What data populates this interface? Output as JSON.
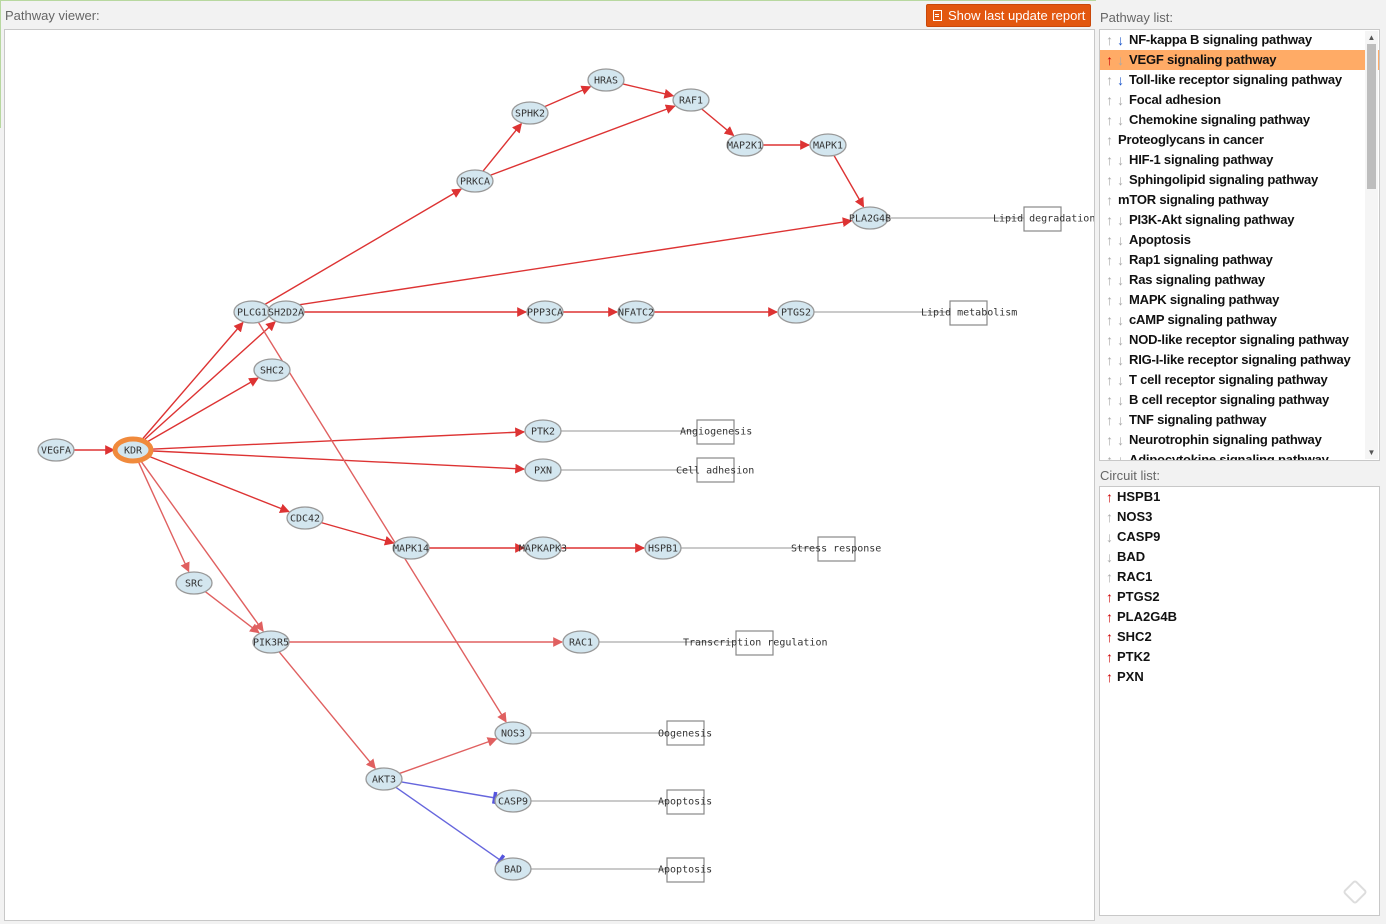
{
  "viewer": {
    "title": "Pathway viewer:",
    "report_button": "Show last update report"
  },
  "graph": {
    "nodes": [
      {
        "id": "VEGFA",
        "label": "VEGFA"
      },
      {
        "id": "KDR",
        "label": "KDR",
        "highlight": true
      },
      {
        "id": "PLCG1",
        "label": "PLCG1"
      },
      {
        "id": "SH2D2A",
        "label": "SH2D2A"
      },
      {
        "id": "SHC2",
        "label": "SHC2"
      },
      {
        "id": "PRKCA",
        "label": "PRKCA"
      },
      {
        "id": "SPHK2",
        "label": "SPHK2"
      },
      {
        "id": "HRAS",
        "label": "HRAS"
      },
      {
        "id": "RAF1",
        "label": "RAF1"
      },
      {
        "id": "MAP2K1",
        "label": "MAP2K1"
      },
      {
        "id": "MAPK1",
        "label": "MAPK1"
      },
      {
        "id": "PLA2G4B",
        "label": "PLA2G4B"
      },
      {
        "id": "PPP3CA",
        "label": "PPP3CA"
      },
      {
        "id": "NFATC2",
        "label": "NFATC2"
      },
      {
        "id": "PTGS2",
        "label": "PTGS2"
      },
      {
        "id": "PTK2",
        "label": "PTK2"
      },
      {
        "id": "PXN",
        "label": "PXN"
      },
      {
        "id": "CDC42",
        "label": "CDC42"
      },
      {
        "id": "MAPK14",
        "label": "MAPK14"
      },
      {
        "id": "MAPKAPK3",
        "label": "MAPKAPK3"
      },
      {
        "id": "HSPB1",
        "label": "HSPB1"
      },
      {
        "id": "SRC",
        "label": "SRC"
      },
      {
        "id": "PIK3R5",
        "label": "PIK3R5"
      },
      {
        "id": "RAC1",
        "label": "RAC1"
      },
      {
        "id": "AKT3",
        "label": "AKT3"
      },
      {
        "id": "NOS3",
        "label": "NOS3"
      },
      {
        "id": "CASP9",
        "label": "CASP9"
      },
      {
        "id": "BAD",
        "label": "BAD"
      }
    ],
    "functions": [
      {
        "id": "F1",
        "label": "Lipid degradation",
        "from": "PLA2G4B"
      },
      {
        "id": "F2",
        "label": "Lipid metabolism",
        "from": "PTGS2"
      },
      {
        "id": "F3",
        "label": "Angiogenesis",
        "from": "PTK2"
      },
      {
        "id": "F4",
        "label": "Cell adhesion",
        "from": "PXN"
      },
      {
        "id": "F5",
        "label": "Stress response",
        "from": "HSPB1"
      },
      {
        "id": "F6",
        "label": "Transcription regulation",
        "from": "RAC1"
      },
      {
        "id": "F7",
        "label": "Oogenesis",
        "from": "NOS3"
      },
      {
        "id": "F8",
        "label": "Apoptosis",
        "from": "CASP9"
      },
      {
        "id": "F9",
        "label": "Apoptosis",
        "from": "BAD"
      }
    ],
    "edges": [
      {
        "from": "VEGFA",
        "to": "KDR",
        "type": "activation",
        "color": "#dd3333"
      },
      {
        "from": "KDR",
        "to": "PLCG1",
        "type": "activation",
        "color": "#dd3333"
      },
      {
        "from": "KDR",
        "to": "SH2D2A",
        "type": "activation",
        "color": "#dd3333"
      },
      {
        "from": "KDR",
        "to": "SHC2",
        "type": "activation",
        "color": "#dd3333"
      },
      {
        "from": "KDR",
        "to": "PTK2",
        "type": "activation",
        "color": "#dd3333"
      },
      {
        "from": "KDR",
        "to": "PXN",
        "type": "activation",
        "color": "#dd3333"
      },
      {
        "from": "KDR",
        "to": "CDC42",
        "type": "activation",
        "color": "#dd3333"
      },
      {
        "from": "KDR",
        "to": "SRC",
        "type": "activation",
        "color": "#e06060"
      },
      {
        "from": "KDR",
        "to": "PIK3R5",
        "type": "activation",
        "color": "#e06060"
      },
      {
        "from": "PLCG1",
        "to": "PRKCA",
        "type": "activation",
        "color": "#dd3333"
      },
      {
        "from": "PLCG1",
        "to": "PLA2G4B",
        "type": "activation",
        "color": "#dd3333"
      },
      {
        "from": "PLCG1",
        "to": "PPP3CA",
        "type": "activation",
        "color": "#dd3333"
      },
      {
        "from": "PLCG1",
        "to": "NOS3",
        "type": "activation",
        "color": "#e06060"
      },
      {
        "from": "PRKCA",
        "to": "SPHK2",
        "type": "activation",
        "color": "#dd3333"
      },
      {
        "from": "PRKCA",
        "to": "RAF1",
        "type": "activation",
        "color": "#dd3333"
      },
      {
        "from": "SPHK2",
        "to": "HRAS",
        "type": "activation",
        "color": "#dd3333"
      },
      {
        "from": "HRAS",
        "to": "RAF1",
        "type": "activation",
        "color": "#dd3333"
      },
      {
        "from": "RAF1",
        "to": "MAP2K1",
        "type": "activation",
        "color": "#dd3333"
      },
      {
        "from": "MAP2K1",
        "to": "MAPK1",
        "type": "activation",
        "color": "#dd3333"
      },
      {
        "from": "MAPK1",
        "to": "PLA2G4B",
        "type": "activation",
        "color": "#dd3333"
      },
      {
        "from": "PPP3CA",
        "to": "NFATC2",
        "type": "activation",
        "color": "#dd3333"
      },
      {
        "from": "NFATC2",
        "to": "PTGS2",
        "type": "activation",
        "color": "#dd3333"
      },
      {
        "from": "CDC42",
        "to": "MAPK14",
        "type": "activation",
        "color": "#dd3333"
      },
      {
        "from": "MAPK14",
        "to": "MAPKAPK3",
        "type": "activation",
        "color": "#dd3333"
      },
      {
        "from": "MAPKAPK3",
        "to": "HSPB1",
        "type": "activation",
        "color": "#dd3333"
      },
      {
        "from": "SRC",
        "to": "PIK3R5",
        "type": "activation",
        "color": "#e06060"
      },
      {
        "from": "PIK3R5",
        "to": "RAC1",
        "type": "activation",
        "color": "#e06060"
      },
      {
        "from": "PIK3R5",
        "to": "AKT3",
        "type": "activation",
        "color": "#e06060"
      },
      {
        "from": "AKT3",
        "to": "NOS3",
        "type": "activation",
        "color": "#e06060"
      },
      {
        "from": "AKT3",
        "to": "CASP9",
        "type": "inhibition",
        "color": "#6666dd"
      },
      {
        "from": "AKT3",
        "to": "BAD",
        "type": "inhibition",
        "color": "#6666dd"
      }
    ]
  },
  "pathway_list": {
    "title": "Pathway list:",
    "items": [
      {
        "label": "NF-kappa B signaling pathway",
        "up": "gray",
        "down": "blue"
      },
      {
        "label": "VEGF signaling pathway",
        "up": "red",
        "down": "gray",
        "selected": true
      },
      {
        "label": "Toll-like receptor signaling pathway",
        "up": "gray",
        "down": "blue"
      },
      {
        "label": "Focal adhesion",
        "up": "gray",
        "down": "gray"
      },
      {
        "label": "Chemokine signaling pathway",
        "up": "gray",
        "down": "gray"
      },
      {
        "label": "Proteoglycans in cancer",
        "up": "gray",
        "down": ""
      },
      {
        "label": "HIF-1 signaling pathway",
        "up": "gray",
        "down": "gray"
      },
      {
        "label": "Sphingolipid signaling pathway",
        "up": "gray",
        "down": "gray"
      },
      {
        "label": "mTOR signaling pathway",
        "up": "gray",
        "down": ""
      },
      {
        "label": "PI3K-Akt signaling pathway",
        "up": "gray",
        "down": "gray"
      },
      {
        "label": "Apoptosis",
        "up": "gray",
        "down": "gray"
      },
      {
        "label": "Rap1 signaling pathway",
        "up": "gray",
        "down": "gray"
      },
      {
        "label": "Ras signaling pathway",
        "up": "gray",
        "down": "gray"
      },
      {
        "label": "MAPK signaling pathway",
        "up": "gray",
        "down": "gray"
      },
      {
        "label": "cAMP signaling pathway",
        "up": "gray",
        "down": "gray"
      },
      {
        "label": "NOD-like receptor signaling pathway",
        "up": "gray",
        "down": "gray"
      },
      {
        "label": "RIG-I-like receptor signaling pathway",
        "up": "gray",
        "down": "gray"
      },
      {
        "label": "T cell receptor signaling pathway",
        "up": "gray",
        "down": "gray"
      },
      {
        "label": "B cell receptor signaling pathway",
        "up": "gray",
        "down": "gray"
      },
      {
        "label": "TNF signaling pathway",
        "up": "gray",
        "down": "gray"
      },
      {
        "label": "Neurotrophin signaling pathway",
        "up": "gray",
        "down": "gray"
      },
      {
        "label": "Adipocytokine signaling pathway",
        "up": "gray",
        "down": "gray"
      }
    ]
  },
  "circuit_list": {
    "title": "Circuit list:",
    "items": [
      {
        "label": "HSPB1",
        "dir": "up",
        "color": "red"
      },
      {
        "label": "NOS3",
        "dir": "up",
        "color": "gray"
      },
      {
        "label": "CASP9",
        "dir": "down",
        "color": "gray"
      },
      {
        "label": "BAD",
        "dir": "down",
        "color": "gray"
      },
      {
        "label": "RAC1",
        "dir": "up",
        "color": "gray"
      },
      {
        "label": "PTGS2",
        "dir": "up",
        "color": "red"
      },
      {
        "label": "PLA2G4B",
        "dir": "up",
        "color": "red"
      },
      {
        "label": "SHC2",
        "dir": "up",
        "color": "red"
      },
      {
        "label": "PTK2",
        "dir": "up",
        "color": "red"
      },
      {
        "label": "PXN",
        "dir": "up",
        "color": "red"
      }
    ]
  },
  "colors": {
    "accent": "#e2570f",
    "selected_row": "#ffab66",
    "node_fill": "#d3e6ef",
    "node_stroke": "#999999",
    "highlight_stroke": "#f08a3c",
    "up_red": "#cc0000",
    "down_blue": "#1a55cc",
    "neutral_gray": "#aaaaaa"
  },
  "icons": {
    "report_button": "document-icon",
    "corner": "diamond-tag-icon"
  }
}
